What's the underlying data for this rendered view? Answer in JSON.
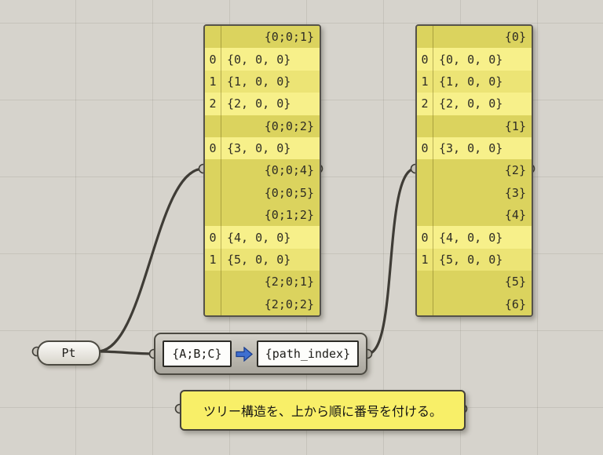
{
  "colors": {
    "canvas_bg": "#d6d3cc",
    "panel_yellow": "#f6ee82",
    "panel_path_row": "#dbd35e",
    "wire": "#3f3c36",
    "arrow_blue": "#3e6fd0",
    "note_yellow": "#f8ef68"
  },
  "left_panel": {
    "rows": [
      {
        "type": "path",
        "index": "",
        "value": "{0;0;1}"
      },
      {
        "type": "item",
        "index": "0",
        "value": "{0, 0, 0}"
      },
      {
        "type": "item",
        "index": "1",
        "value": "{1, 0, 0}"
      },
      {
        "type": "item",
        "index": "2",
        "value": "{2, 0, 0}"
      },
      {
        "type": "path",
        "index": "",
        "value": "{0;0;2}"
      },
      {
        "type": "item",
        "index": "0",
        "value": "{3, 0, 0}"
      },
      {
        "type": "path",
        "index": "",
        "value": "{0;0;4}"
      },
      {
        "type": "path",
        "index": "",
        "value": "{0;0;5}"
      },
      {
        "type": "path",
        "index": "",
        "value": "{0;1;2}"
      },
      {
        "type": "item",
        "index": "0",
        "value": "{4, 0, 0}"
      },
      {
        "type": "item",
        "index": "1",
        "value": "{5, 0, 0}"
      },
      {
        "type": "path",
        "index": "",
        "value": "{2;0;1}"
      },
      {
        "type": "path",
        "index": "",
        "value": "{2;0;2}"
      }
    ]
  },
  "right_panel": {
    "rows": [
      {
        "type": "path",
        "index": "",
        "value": "{0}"
      },
      {
        "type": "item",
        "index": "0",
        "value": "{0, 0, 0}"
      },
      {
        "type": "item",
        "index": "1",
        "value": "{1, 0, 0}"
      },
      {
        "type": "item",
        "index": "2",
        "value": "{2, 0, 0}"
      },
      {
        "type": "path",
        "index": "",
        "value": "{1}"
      },
      {
        "type": "item",
        "index": "0",
        "value": "{3, 0, 0}"
      },
      {
        "type": "path",
        "index": "",
        "value": "{2}"
      },
      {
        "type": "path",
        "index": "",
        "value": "{3}"
      },
      {
        "type": "path",
        "index": "",
        "value": "{4}"
      },
      {
        "type": "item",
        "index": "0",
        "value": "{4, 0, 0}"
      },
      {
        "type": "item",
        "index": "1",
        "value": "{5, 0, 0}"
      },
      {
        "type": "path",
        "index": "",
        "value": "{5}"
      },
      {
        "type": "path",
        "index": "",
        "value": "{6}"
      }
    ]
  },
  "pt_param": {
    "label": "Pt"
  },
  "mapper": {
    "source": "{A;B;C}",
    "target": "{path_index}"
  },
  "note": {
    "text": "ツリー構造を、上から順に番号を付ける。"
  }
}
